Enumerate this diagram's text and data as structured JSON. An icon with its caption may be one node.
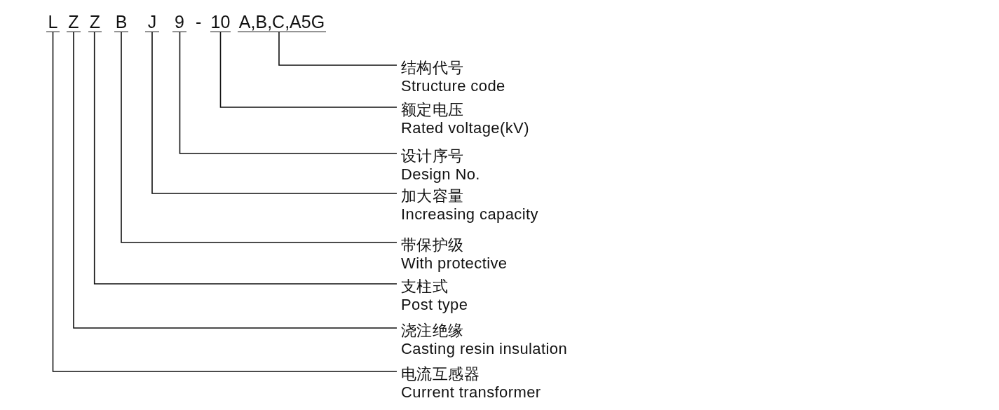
{
  "diagram": {
    "nodes": [
      {
        "text": [
          "L"
        ]
      },
      {
        "text": [
          "Z"
        ]
      },
      {
        "text": [
          "Z"
        ]
      },
      {
        "text": [
          "B"
        ]
      },
      {
        "text": [
          "J"
        ]
      },
      {
        "text": [
          "9"
        ]
      },
      {
        "text": [
          "10"
        ]
      },
      {
        "text": [
          "A,B,C,A5G"
        ]
      },
      {
        "text": [
          "结构代号",
          "Structure code"
        ]
      },
      {
        "text": [
          "额定电压",
          "Rated voltage(kV)"
        ]
      },
      {
        "text": [
          "设计序号",
          "Design No."
        ]
      },
      {
        "text": [
          "加大容量",
          "Increasing capacity"
        ]
      },
      {
        "text": [
          "带保护级",
          "With protective"
        ]
      },
      {
        "text": [
          "支柱式",
          "Post type"
        ]
      },
      {
        "text": [
          "浇注绝缘",
          "Casting resin insulation"
        ]
      },
      {
        "text": [
          "电流互感器",
          "Current transformer"
        ]
      }
    ],
    "edges": [
      {
        "from": 7,
        "to": 8,
        "arrow": "none"
      },
      {
        "from": 6,
        "to": 9,
        "arrow": "none"
      },
      {
        "from": 5,
        "to": 10,
        "arrow": "none"
      },
      {
        "from": 4,
        "to": 11,
        "arrow": "none"
      },
      {
        "from": 3,
        "to": 12,
        "arrow": "none"
      },
      {
        "from": 2,
        "to": 13,
        "arrow": "none"
      },
      {
        "from": 1,
        "to": 14,
        "arrow": "none"
      },
      {
        "from": 0,
        "to": 15,
        "arrow": "none"
      }
    ],
    "labels": [
      "-"
    ]
  }
}
